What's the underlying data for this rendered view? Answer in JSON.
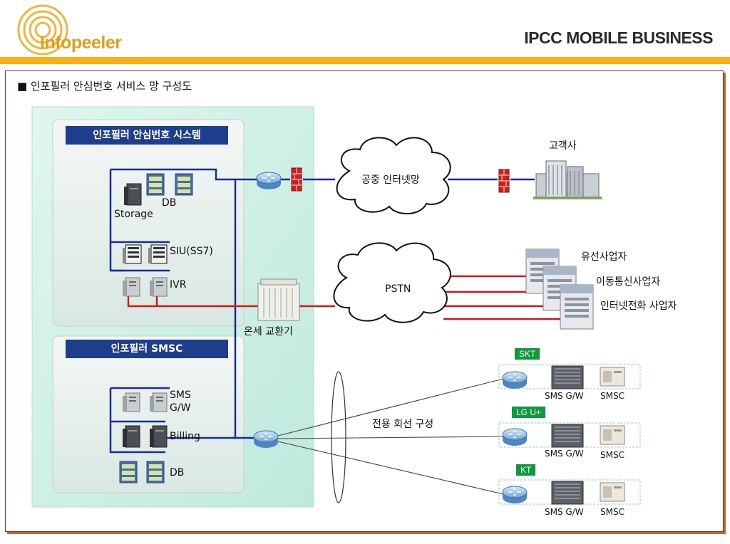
{
  "header": {
    "title": "IPCC MOBILE BUSINESS",
    "logo_text": "Infopeeler"
  },
  "section_title": "■ 인포필러 안심번호 서비스 망 구성도",
  "system_panel": {
    "title": "인포필러 안심번호 시스템",
    "db": "DB",
    "storage": "Storage",
    "siu": "SIU(SS7)",
    "ivr": "IVR"
  },
  "smsc_panel": {
    "title": "인포필러 SMSC",
    "sms_gw": "SMS G/W",
    "billing": "Billing",
    "db": "DB"
  },
  "network": {
    "internet_cloud": "공중 인터넷망",
    "pstn_cloud": "PSTN",
    "customer": "고객사",
    "exchange": "온세 교환기",
    "dedicated_line": "전용 회선 구성"
  },
  "carriers": {
    "wired": "유선사업자",
    "mobile": "이동통신사업자",
    "voip": "인터넷전화 사업자"
  },
  "operators": [
    {
      "tag": "SKT",
      "gw": "SMS G/W",
      "smsc": "SMSC"
    },
    {
      "tag": "LG U+",
      "gw": "SMS G/W",
      "smsc": "SMSC"
    },
    {
      "tag": "KT",
      "gw": "SMS G/W",
      "smsc": "SMSC"
    }
  ],
  "colors": {
    "accent_bar": "#f6b215",
    "panel_label": "#1e3d8c",
    "line_blue": "#1a2f8a",
    "line_red": "#d41616",
    "tag_green": "#0d9a3c"
  }
}
